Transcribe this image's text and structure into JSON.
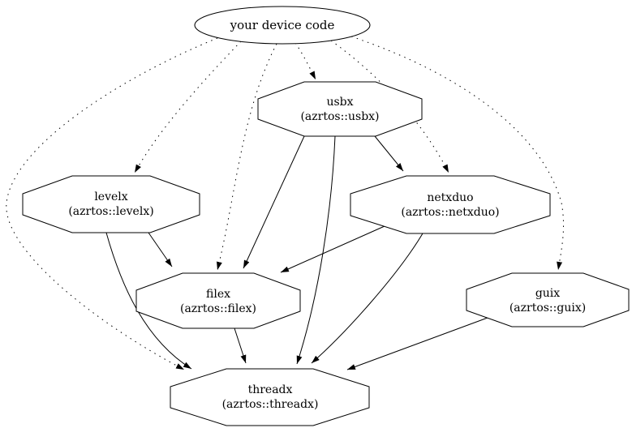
{
  "diagram": {
    "type": "dependency-graph",
    "background_color": "#ffffff",
    "line_color": "#000000",
    "nodes": {
      "device_code": {
        "label": "your device code",
        "shape": "ellipse"
      },
      "usbx": {
        "label": "usbx",
        "sublabel": "(azrtos::usbx)",
        "shape": "octagon"
      },
      "levelx": {
        "label": "levelx",
        "sublabel": "(azrtos::levelx)",
        "shape": "octagon"
      },
      "netxduo": {
        "label": "netxduo",
        "sublabel": "(azrtos::netxduo)",
        "shape": "octagon"
      },
      "filex": {
        "label": "filex",
        "sublabel": "(azrtos::filex)",
        "shape": "octagon"
      },
      "guix": {
        "label": "guix",
        "sublabel": "(azrtos::guix)",
        "shape": "octagon"
      },
      "threadx": {
        "label": "threadx",
        "sublabel": "(azrtos::threadx)",
        "shape": "octagon"
      }
    },
    "edges": [
      {
        "from": "your device code",
        "to": "usbx",
        "style": "dotted"
      },
      {
        "from": "your device code",
        "to": "levelx",
        "style": "dotted"
      },
      {
        "from": "your device code",
        "to": "netxduo",
        "style": "dotted"
      },
      {
        "from": "your device code",
        "to": "filex",
        "style": "dotted"
      },
      {
        "from": "your device code",
        "to": "guix",
        "style": "dotted"
      },
      {
        "from": "your device code",
        "to": "threadx",
        "style": "dotted"
      },
      {
        "from": "usbx",
        "to": "netxduo",
        "style": "solid"
      },
      {
        "from": "usbx",
        "to": "filex",
        "style": "solid"
      },
      {
        "from": "usbx",
        "to": "threadx",
        "style": "solid"
      },
      {
        "from": "levelx",
        "to": "filex",
        "style": "solid"
      },
      {
        "from": "levelx",
        "to": "threadx",
        "style": "solid"
      },
      {
        "from": "netxduo",
        "to": "filex",
        "style": "solid"
      },
      {
        "from": "netxduo",
        "to": "threadx",
        "style": "solid"
      },
      {
        "from": "filex",
        "to": "threadx",
        "style": "solid"
      },
      {
        "from": "guix",
        "to": "threadx",
        "style": "solid"
      }
    ]
  }
}
